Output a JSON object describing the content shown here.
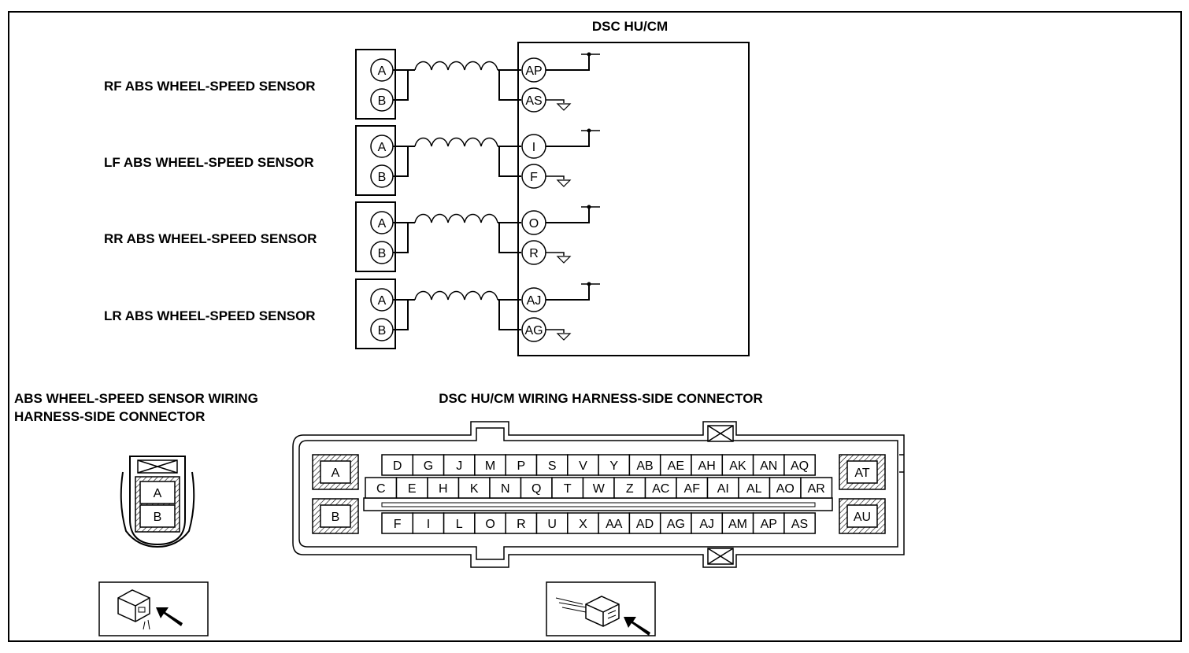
{
  "module": {
    "title": "DSC HU/CM",
    "sensors": [
      {
        "label": "RF ABS WHEEL-SPEED SENSOR",
        "pin_a": "A",
        "pin_b": "B",
        "module_pin_1": "AP",
        "module_pin_2": "AS"
      },
      {
        "label": "LF ABS WHEEL-SPEED SENSOR",
        "pin_a": "A",
        "pin_b": "B",
        "module_pin_1": "I",
        "module_pin_2": "F"
      },
      {
        "label": "RR ABS WHEEL-SPEED SENSOR",
        "pin_a": "A",
        "pin_b": "B",
        "module_pin_1": "O",
        "module_pin_2": "R"
      },
      {
        "label": "LR ABS WHEEL-SPEED SENSOR",
        "pin_a": "A",
        "pin_b": "B",
        "module_pin_1": "AJ",
        "module_pin_2": "AG"
      }
    ]
  },
  "sensor_connector": {
    "title_line1": "ABS WHEEL-SPEED SENSOR WIRING",
    "title_line2": "HARNESS-SIDE CONNECTOR",
    "pins": [
      "A",
      "B"
    ]
  },
  "module_connector": {
    "title": "DSC HU/CM WIRING HARNESS-SIDE CONNECTOR",
    "side_left": [
      "A",
      "B"
    ],
    "side_right": [
      "AT",
      "AU"
    ],
    "row1": [
      "D",
      "G",
      "J",
      "M",
      "P",
      "S",
      "V",
      "Y",
      "AB",
      "AE",
      "AH",
      "AK",
      "AN",
      "AQ"
    ],
    "row2": [
      "C",
      "E",
      "H",
      "K",
      "N",
      "Q",
      "T",
      "W",
      "Z",
      "AC",
      "AF",
      "AI",
      "AL",
      "AO",
      "AR"
    ],
    "row3": [
      "F",
      "I",
      "L",
      "O",
      "R",
      "U",
      "X",
      "AA",
      "AD",
      "AG",
      "AJ",
      "AM",
      "AP",
      "AS"
    ]
  },
  "icons": [
    "connector-front-view-icon",
    "connector-harness-view-icon"
  ]
}
